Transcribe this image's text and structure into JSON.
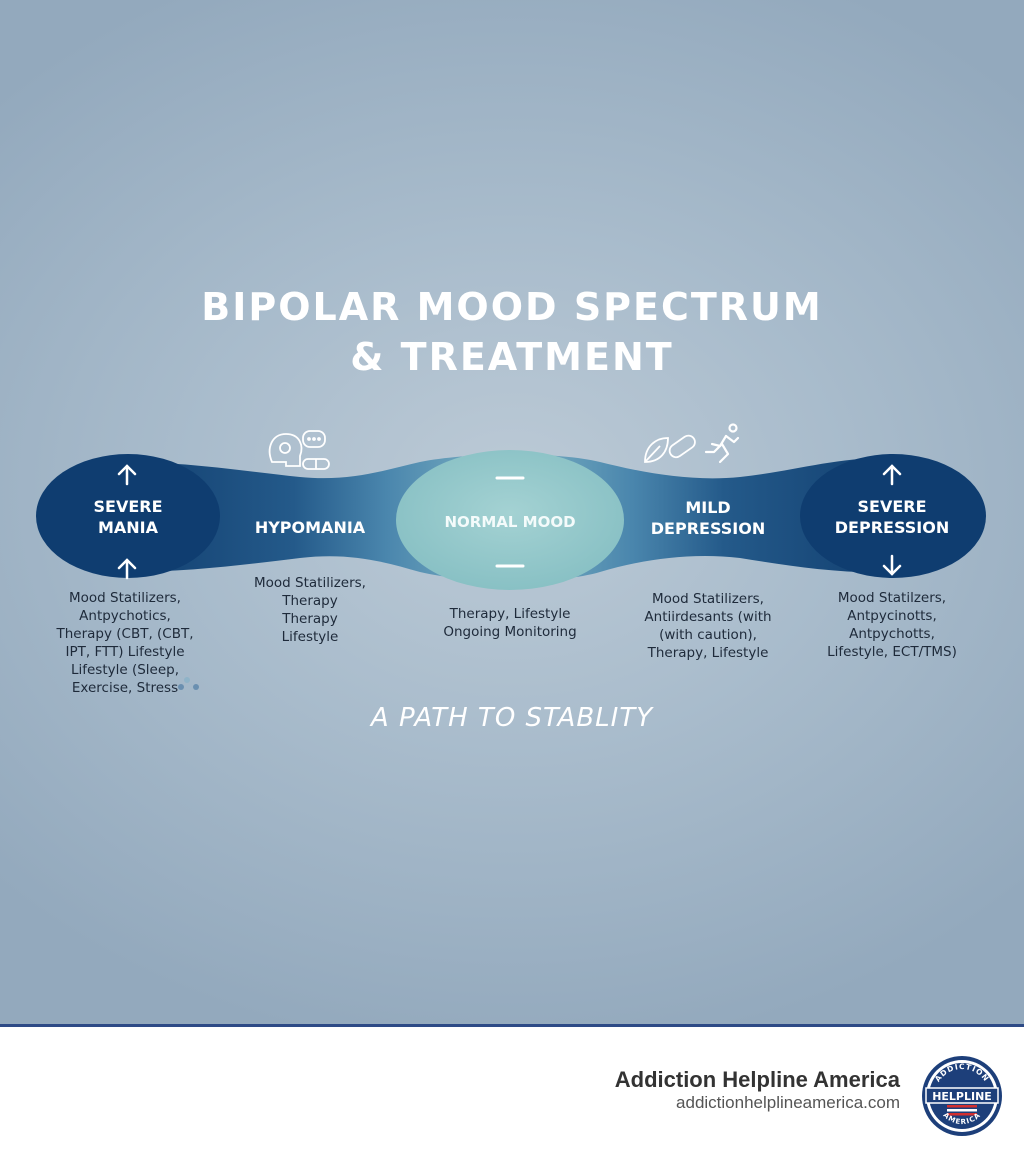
{
  "title": {
    "line1": "BIPOLAR MOOD SPECTRUM",
    "line2": "& TREATMENT"
  },
  "stages": [
    {
      "id": "severe-mania",
      "lines": [
        "SEVERE",
        "MANIA"
      ],
      "treatment": [
        "Mood Statilizers,",
        "Antpychotics,",
        "Therapy (CBT, (CBT,",
        "IPT, FTT) Lifestyle",
        "Lifestyle (Sleep,",
        "Exercise, Stress"
      ]
    },
    {
      "id": "hypomania",
      "lines": [
        "HYPOMANIA"
      ],
      "treatment": [
        "Mood Statilizers,",
        "Therapy",
        "Therapy",
        "Lifestyle"
      ]
    },
    {
      "id": "normal-mood",
      "lines": [
        "NORMAL MOOD"
      ],
      "treatment": [
        "Therapy, Lifestyle",
        "Ongoing Monitoring"
      ]
    },
    {
      "id": "mild-depression",
      "lines": [
        "MILD",
        "DEPRESSION"
      ],
      "treatment": [
        "Mood Statilizers,",
        "Antiirdesants (with",
        "(with caution),",
        "Therapy, Lifestyle"
      ]
    },
    {
      "id": "severe-depression",
      "lines": [
        "SEVERE",
        "DEPRESSION"
      ],
      "treatment": [
        "Mood Statilzers,",
        "Antpycinotts,",
        "Antpychotts,",
        "Lifestyle, ECT/TMS)"
      ]
    }
  ],
  "tagline": "A PATH TO STABLITY",
  "footer": {
    "brand_name": "Addiction Helpline America",
    "brand_url": "addictionhelplineamerica.com",
    "seal_top": "ADDICTION",
    "seal_middle": "HELPLINE",
    "seal_bottom": "AMERICA"
  },
  "colors": {
    "background": "#a9bccc",
    "band_dark": "#0f3d70",
    "band_mid": "#2f6796",
    "normal_mood": "#8fc6c9",
    "divider": "#2d4a86"
  },
  "icons": [
    "brain-head-icon",
    "chat-bubble-icon",
    "pill-icon",
    "leaf-icon",
    "capsule-icon",
    "runner-icon",
    "arrow-up-icon",
    "arrow-down-icon",
    "dash-icon"
  ]
}
